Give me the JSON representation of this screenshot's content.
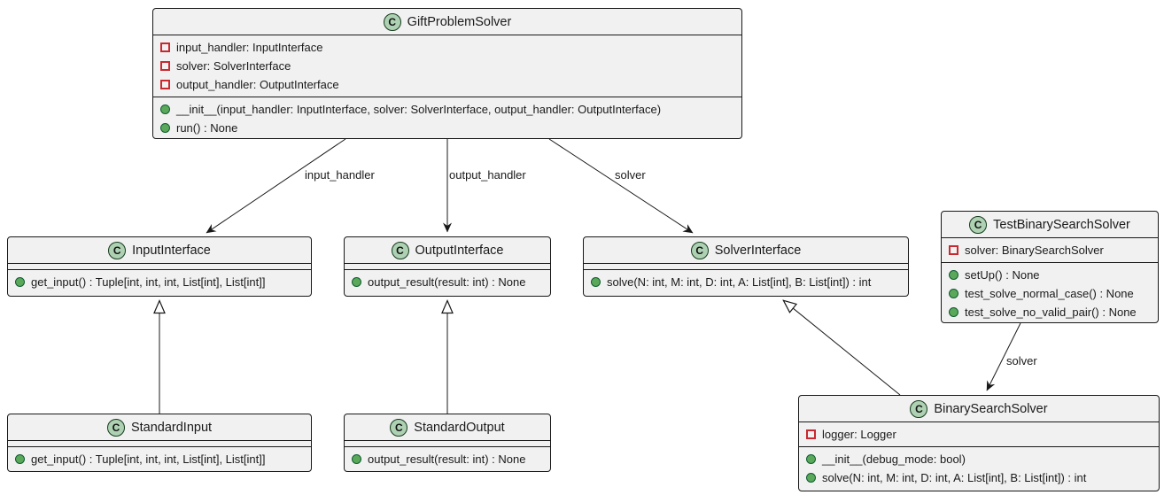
{
  "colors": {
    "box_fill": "#f1f1f1",
    "box_border": "#181818",
    "circle_fill": "#ADD1B2",
    "circle_border": "#153a1b",
    "field_icon": "#C82930",
    "method_icon_fill": "#5aa85a",
    "method_icon_border": "#0e5c2f",
    "text": "#1a1a1a"
  },
  "classes": [
    {
      "name": "GiftProblemSolver",
      "icon_letter": "C",
      "fields": [
        "input_handler: InputInterface",
        "solver: SolverInterface",
        "output_handler: OutputInterface"
      ],
      "methods": [
        "__init__(input_handler: InputInterface, solver: SolverInterface, output_handler: OutputInterface)",
        "run() : None"
      ]
    },
    {
      "name": "InputInterface",
      "icon_letter": "C",
      "fields": [],
      "methods": [
        "get_input() : Tuple[int, int, int, List[int], List[int]]"
      ]
    },
    {
      "name": "OutputInterface",
      "icon_letter": "C",
      "fields": [],
      "methods": [
        "output_result(result: int) : None"
      ]
    },
    {
      "name": "SolverInterface",
      "icon_letter": "C",
      "fields": [],
      "methods": [
        "solve(N: int, M: int, D: int, A: List[int], B: List[int]) : int"
      ]
    },
    {
      "name": "TestBinarySearchSolver",
      "icon_letter": "C",
      "fields": [
        "solver: BinarySearchSolver"
      ],
      "methods": [
        "setUp() : None",
        "test_solve_normal_case() : None",
        "test_solve_no_valid_pair() : None"
      ]
    },
    {
      "name": "StandardInput",
      "icon_letter": "C",
      "fields": [],
      "methods": [
        "get_input() : Tuple[int, int, int, List[int], List[int]]"
      ]
    },
    {
      "name": "StandardOutput",
      "icon_letter": "C",
      "fields": [],
      "methods": [
        "output_result(result: int) : None"
      ]
    },
    {
      "name": "BinarySearchSolver",
      "icon_letter": "C",
      "fields": [
        "logger: Logger"
      ],
      "methods": [
        "__init__(debug_mode: bool)",
        "solve(N: int, M: int, D: int, A: List[int], B: List[int]) : int"
      ]
    }
  ],
  "edges": {
    "gift_to_input": {
      "label": "input_handler",
      "type": "directed association",
      "from": "GiftProblemSolver",
      "to": "InputInterface"
    },
    "gift_to_output": {
      "label": "output_handler",
      "type": "directed association",
      "from": "GiftProblemSolver",
      "to": "OutputInterface"
    },
    "gift_to_solver": {
      "label": "solver",
      "type": "directed association",
      "from": "GiftProblemSolver",
      "to": "SolverInterface"
    },
    "test_to_binary": {
      "label": "solver",
      "type": "directed association",
      "from": "TestBinarySearchSolver",
      "to": "BinarySearchSolver"
    },
    "stdinput_to_input": {
      "label": "",
      "type": "inheritance",
      "from": "StandardInput",
      "to": "InputInterface"
    },
    "stdoutput_to_output": {
      "label": "",
      "type": "inheritance",
      "from": "StandardOutput",
      "to": "OutputInterface"
    },
    "binary_to_solver": {
      "label": "",
      "type": "inheritance",
      "from": "BinarySearchSolver",
      "to": "SolverInterface"
    }
  }
}
